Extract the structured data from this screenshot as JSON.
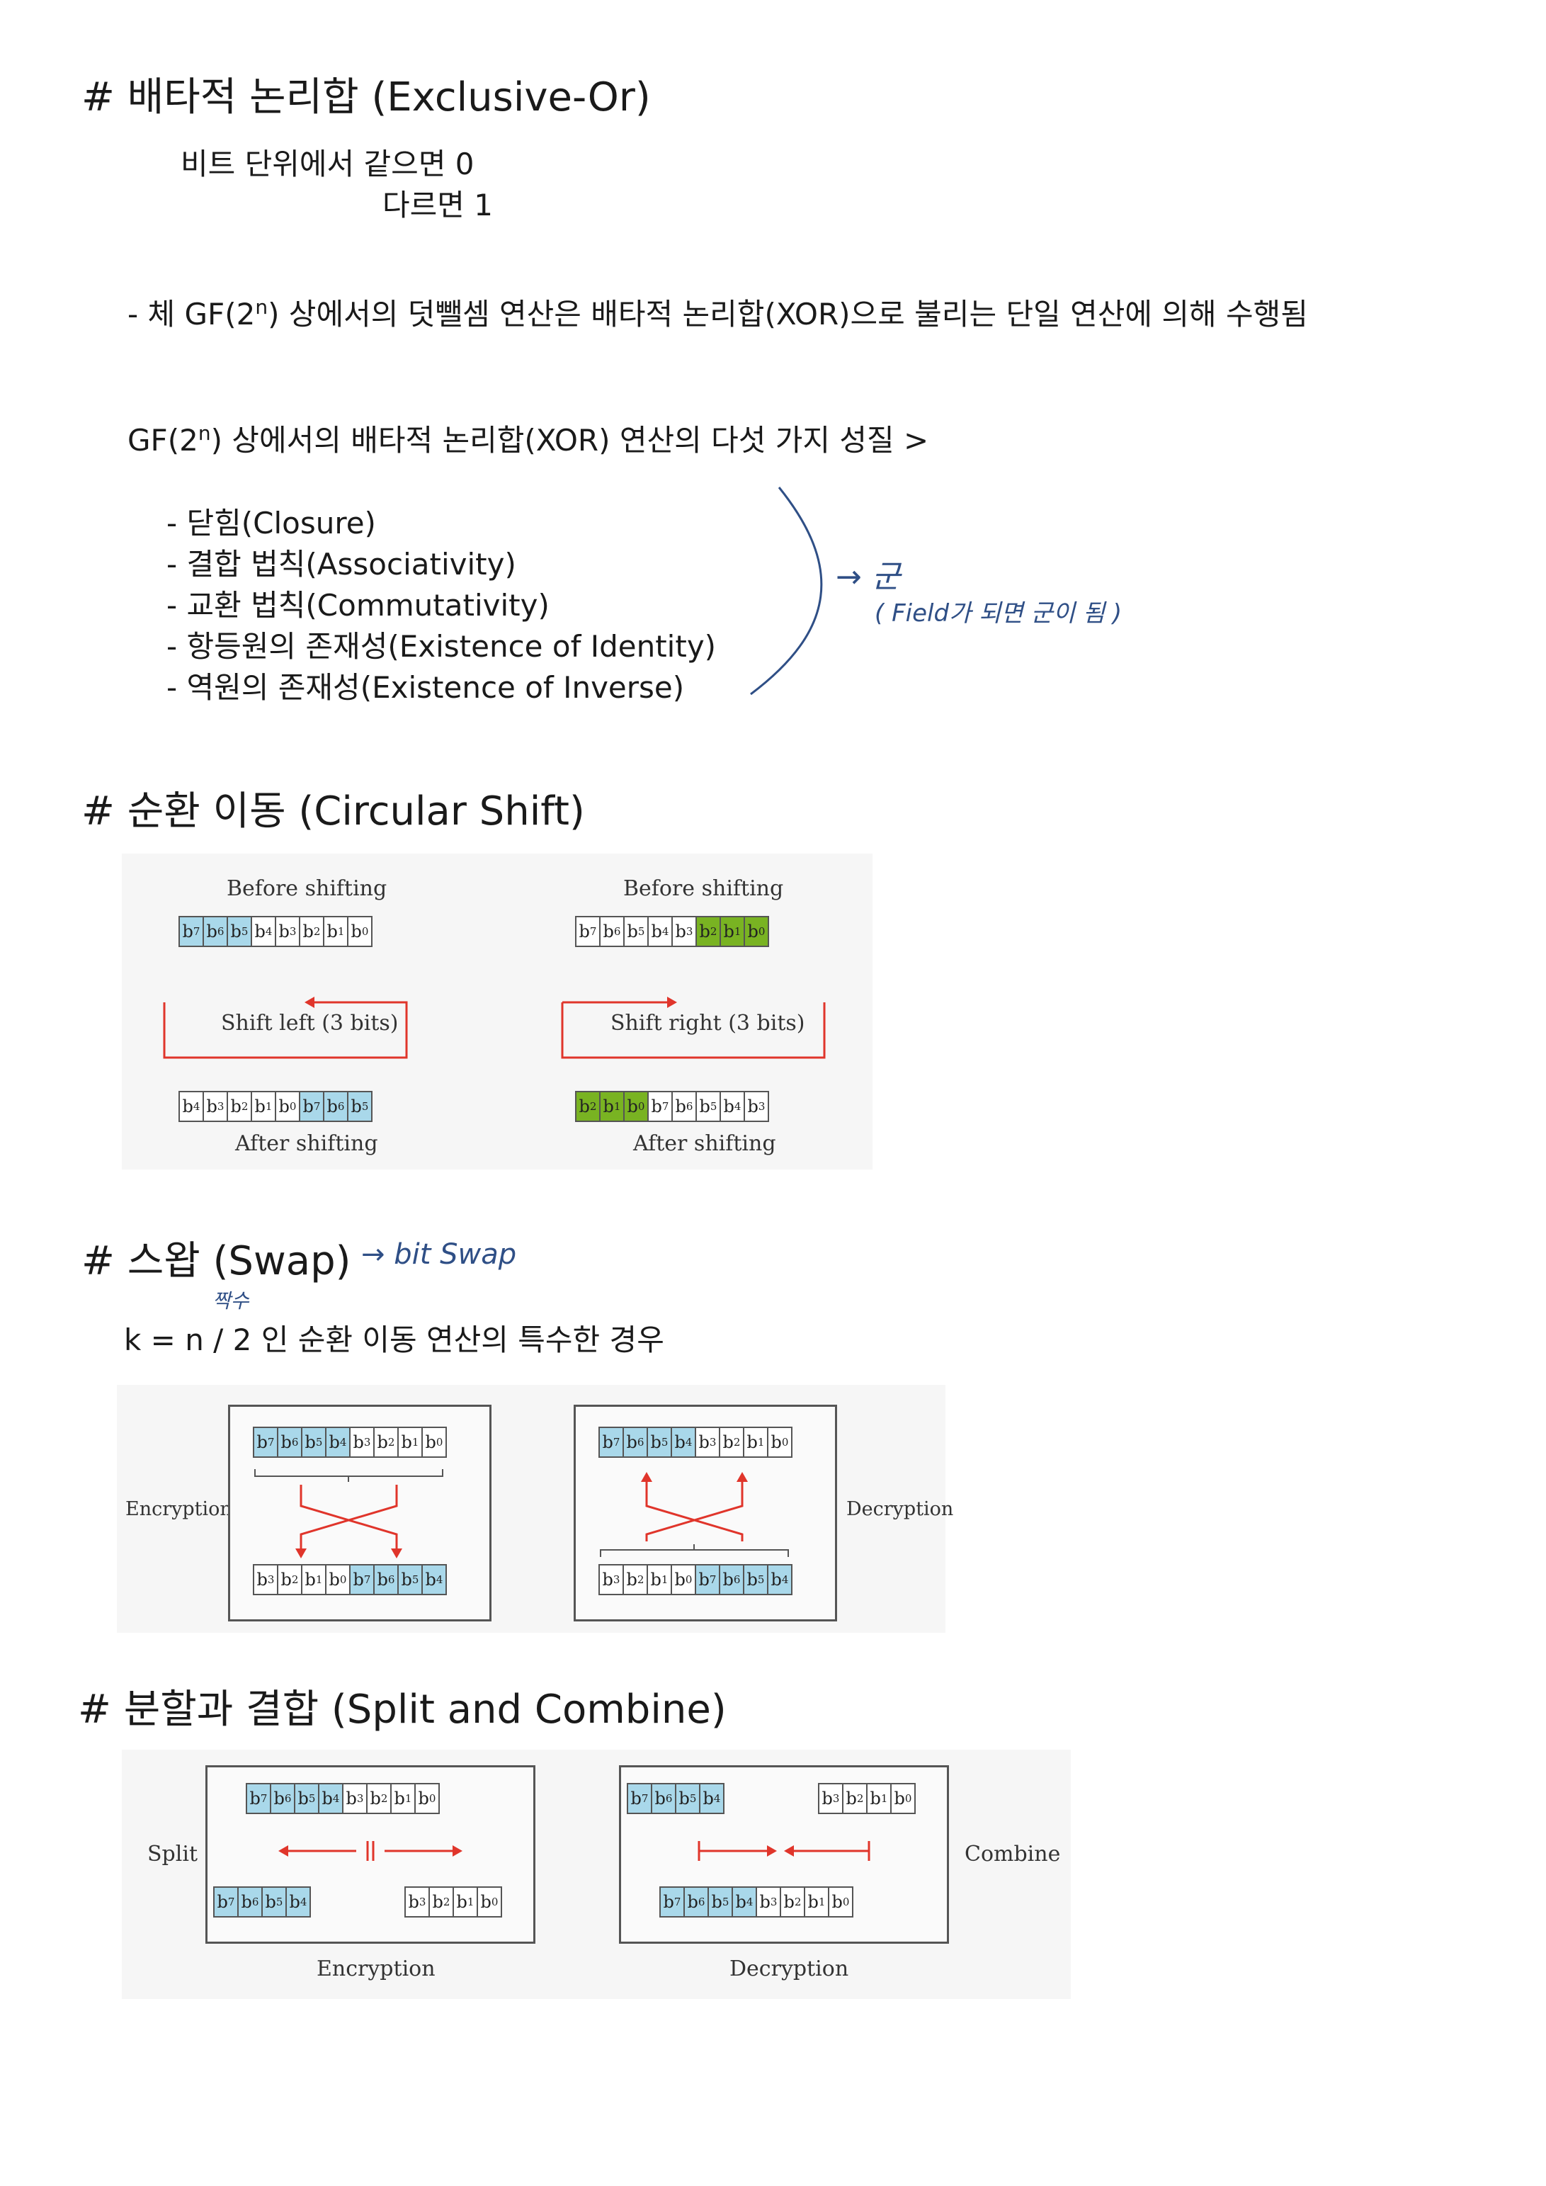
{
  "xor": {
    "heading": "# 배타적 논리합 (Exclusive-Or)",
    "rule_same": "비트 단위에서 같으면 0",
    "rule_diff": "다르면 1",
    "note_pre": "- 체 GF(2",
    "note_sup": "n",
    "note_post": ") 상에서의 덧뺄셈 연산은 배타적 논리합(XOR)으로 불리는 단일 연산에 의해 수행됨",
    "props_pre": "GF(2",
    "props_sup": "n",
    "props_post": ") 상에서의 배타적 논리합(XOR) 연산의 다섯 가지 성질 >",
    "properties": [
      "- 닫힘(Closure)",
      "- 결합 법칙(Associativity)",
      "- 교환 법칙(Commutativity)",
      "- 항등원의 존재성(Existence of Identity)",
      "- 역원의 존재성(Existence of Inverse)"
    ],
    "handnote_group": "→ 군",
    "handnote_detail": "( Field가 되면 군이 됨 )"
  },
  "circular": {
    "heading": "# 순환 이동 (Circular Shift)",
    "before": "Before shifting",
    "after": "After shifting",
    "shift_left": "Shift left (3 bits)",
    "shift_right": "Shift right (3 bits)"
  },
  "swap": {
    "heading": "# 스왑 (Swap)",
    "handnote_swap": "→ bit Swap",
    "handnote_pair": "짝수",
    "desc": "k = n / 2 인 순환 이동 연산의 특수한 경우",
    "encryption": "Encryption",
    "decryption": "Decryption"
  },
  "split": {
    "heading": "# 분할과 결합 (Split and Combine)",
    "split_label": "Split",
    "combine_label": "Combine",
    "encryption": "Encryption",
    "decryption": "Decryption"
  },
  "colors": {
    "blue_cell": "#a9d8ea",
    "green_cell": "#79b322",
    "arrow_red": "#e0352b",
    "handwriting": "#2f4f86"
  }
}
